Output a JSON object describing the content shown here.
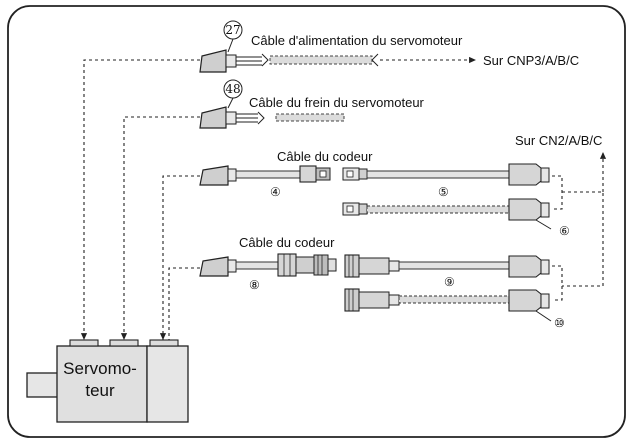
{
  "cables": {
    "power": {
      "number": "27",
      "label": "Câble d'alimentation du servomoteur"
    },
    "brake": {
      "number": "48",
      "label": "Câble du frein du servomoteur"
    },
    "encoder_a": {
      "label": "Câble du codeur"
    },
    "encoder_b": {
      "label": "Câble du codeur"
    }
  },
  "items": {
    "n4": "④",
    "n5": "⑤",
    "n6": "⑥",
    "n8": "⑧",
    "n9": "⑨",
    "n10": "⑩"
  },
  "destinations": {
    "cnp3": "Sur CNP3/A/B/C",
    "cn2": "Sur CN2/A/B/C"
  },
  "motor": {
    "line1": "Servomo-",
    "line2": "teur"
  }
}
